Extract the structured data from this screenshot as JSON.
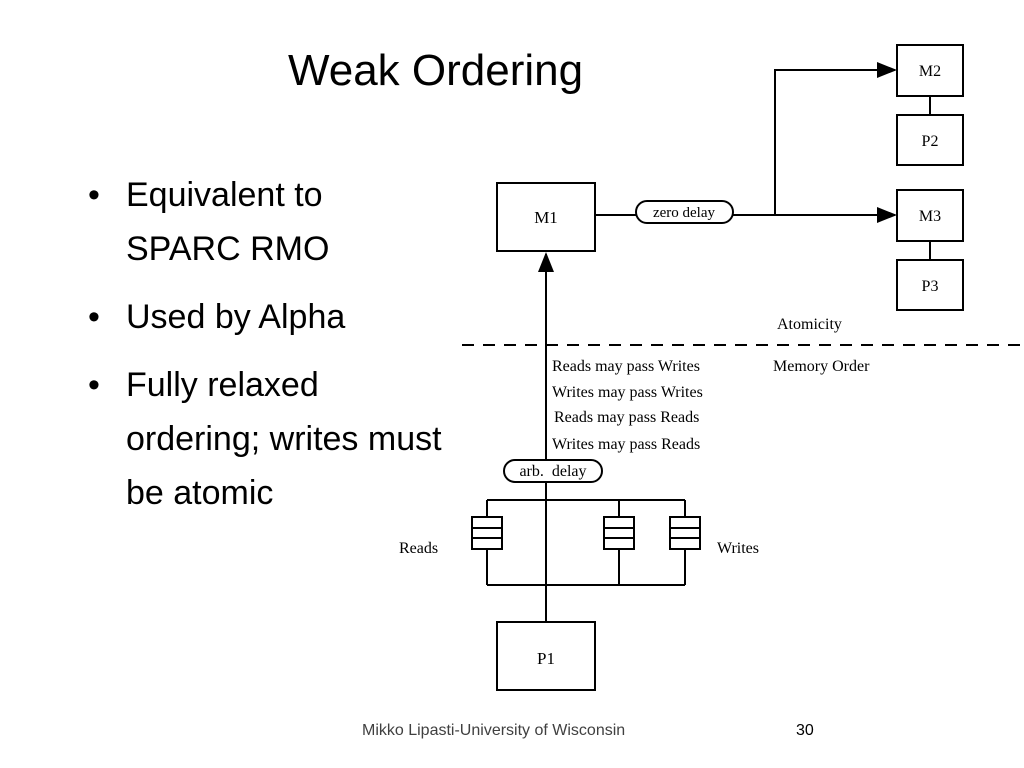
{
  "slide": {
    "title": "Weak Ordering",
    "bullets": [
      "Equivalent to SPARC RMO",
      "Used by Alpha",
      "Fully relaxed ordering; writes must be atomic"
    ],
    "footer": "Mikko Lipasti-University of Wisconsin",
    "page_number": "30"
  },
  "diagram": {
    "memories": [
      "M1",
      "M2",
      "M3"
    ],
    "processors": [
      "P1",
      "P2",
      "P3"
    ],
    "zero_delay_label": "zero delay",
    "arb_delay_label": "arb.  delay",
    "atomicity_label": "Atomicity",
    "memory_order_label": "Memory Order",
    "relaxations": [
      "Reads may pass Writes",
      "Writes may pass Writes",
      "Reads may pass Reads",
      "Writes may pass Reads"
    ],
    "reads_label": "Reads",
    "writes_label": "Writes"
  }
}
